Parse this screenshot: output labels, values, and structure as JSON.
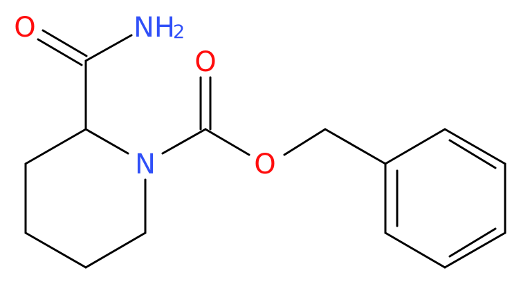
{
  "diagram_type": "skeletal structural formula",
  "colors": {
    "bond": "#000000",
    "oxygen": "#ff0d0d",
    "nitrogen": "#3050f8"
  },
  "labels": {
    "amide_oxygen": "O",
    "amide_nh2": "NH",
    "amide_nh2_subscript": "2",
    "ring_nitrogen": "N",
    "carbonyl_oxygen": "O",
    "ester_oxygen": "O"
  }
}
